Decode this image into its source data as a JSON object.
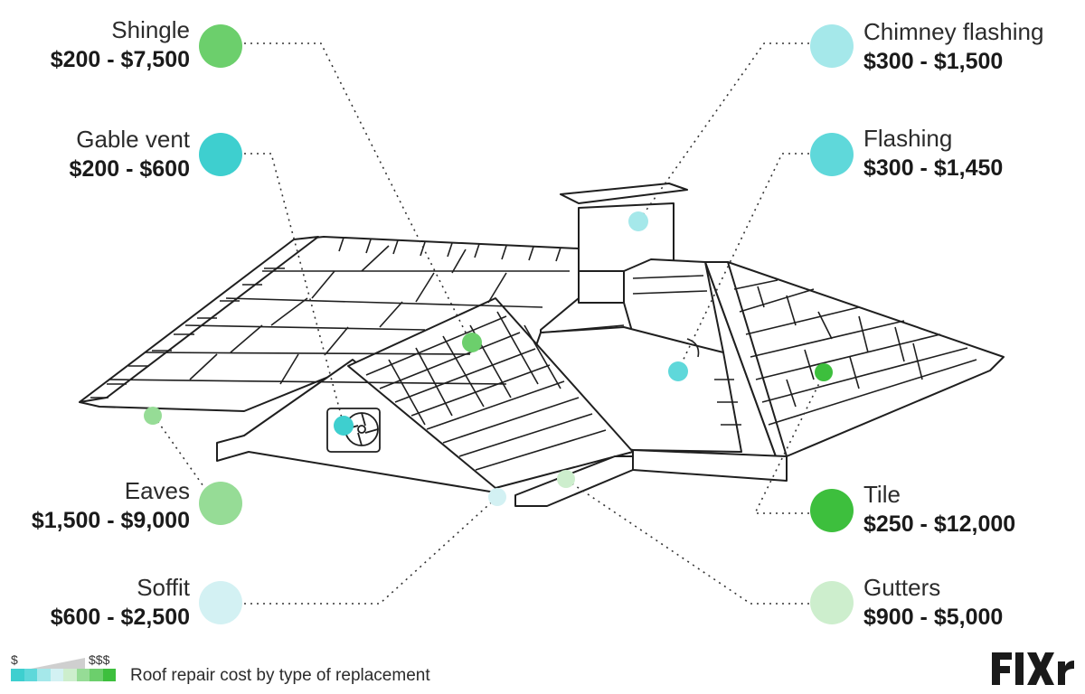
{
  "items": {
    "shingle": {
      "name": "Shingle",
      "price": "$200 - $7,500",
      "color": "#6ccf6c"
    },
    "gable_vent": {
      "name": "Gable vent",
      "price": "$200 - $600",
      "color": "#3ecfcf"
    },
    "eaves": {
      "name": "Eaves",
      "price": "$1,500 - $9,000",
      "color": "#96dc96"
    },
    "soffit": {
      "name": "Soffit",
      "price": "$600 - $2,500",
      "color": "#d3f1f3"
    },
    "chimney_flashing": {
      "name": "Chimney flashing",
      "price": "$300 - $1,500",
      "color": "#a5e8ea"
    },
    "flashing": {
      "name": "Flashing",
      "price": "$300 - $1,450",
      "color": "#5fd8da"
    },
    "tile": {
      "name": "Tile",
      "price": "$250 - $12,000",
      "color": "#3dbf3d"
    },
    "gutters": {
      "name": "Gutters",
      "price": "$900 - $5,000",
      "color": "#cdeecd"
    }
  },
  "legend": {
    "low": "$",
    "high": "$$$",
    "caption": "Roof repair cost by type of replacement",
    "scale_colors": [
      "#3ecfcf",
      "#5fd8da",
      "#a5e8ea",
      "#d3f1f3",
      "#cdeecd",
      "#96dc96",
      "#6ccf6c",
      "#3dbf3d"
    ]
  },
  "brand": {
    "name": "FIXR",
    "color": "#1a1a1a",
    "accent": "#3dbf3d"
  }
}
